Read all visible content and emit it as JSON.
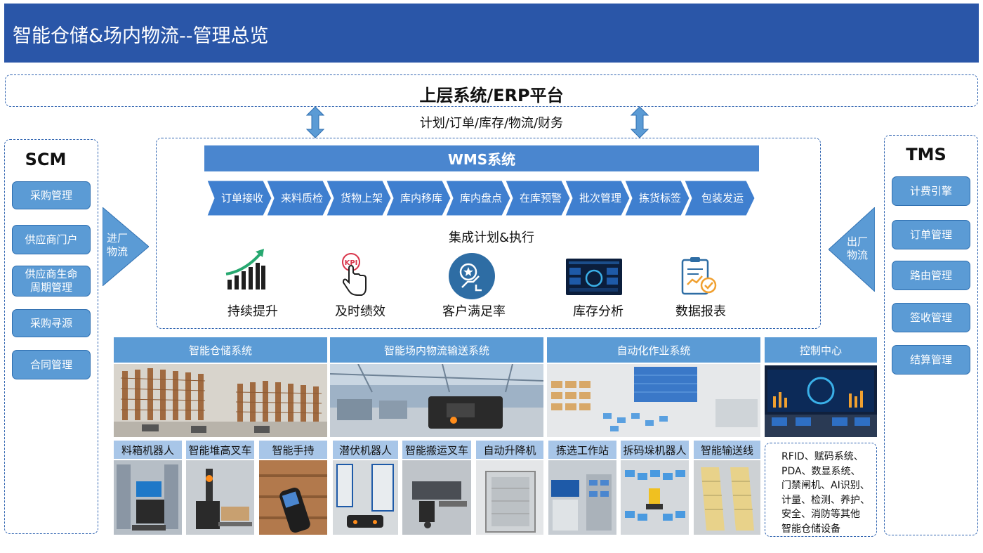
{
  "header": {
    "title": "智能仓储&场内物流--管理总览"
  },
  "erp": {
    "title": "上层系统/ERP平台",
    "subtitle": "计划/订单/库存/物流/财务"
  },
  "scm": {
    "title": "SCM",
    "items": [
      "采购管理",
      "供应商门户",
      "供应商生命\n周期管理",
      "采购寻源",
      "合同管理"
    ],
    "inbound_label": "进厂\n物流"
  },
  "tms": {
    "title": "TMS",
    "items": [
      "计费引擎",
      "订单管理",
      "路由管理",
      "签收管理",
      "结算管理"
    ],
    "outbound_label": "出厂\n物流"
  },
  "wms": {
    "title": "WMS系统",
    "steps": [
      "订单接收",
      "来料质检",
      "货物上架",
      "库内移库",
      "库内盘点",
      "在库预警",
      "批次管理",
      "拣货标签",
      "包装发运"
    ],
    "caption": "集成计划&执行",
    "kpis": [
      {
        "label": "持续提升",
        "icon": "growth-chart-icon"
      },
      {
        "label": "及时绩效",
        "icon": "kpi-touch-icon"
      },
      {
        "label": "客户满足率",
        "icon": "customer-satisfaction-icon"
      },
      {
        "label": "库存分析",
        "icon": "dashboard-icon"
      },
      {
        "label": "数据报表",
        "icon": "report-icon"
      }
    ],
    "kpi_badge": "KPI"
  },
  "sections": [
    {
      "title": "智能仓储系统",
      "subs": [
        "料箱机器人",
        "智能堆高叉车",
        "智能手持"
      ]
    },
    {
      "title": "智能场内物流输送系统",
      "subs": [
        "潜伏机器人",
        "智能搬运叉车",
        "自动升降机"
      ]
    },
    {
      "title": "自动化作业系统",
      "subs": [
        "拣选工作站",
        "拆码垛机器人",
        "智能输送线"
      ]
    },
    {
      "title": "控制中心",
      "text": [
        "RFID、赋码系统、",
        "PDA、数显系统、",
        "门禁闸机、AI识别、",
        "计量、检测、养护、",
        "安全、消防等其他",
        "智能仓储设备"
      ]
    }
  ],
  "colors": {
    "header": "#2a56a8",
    "primary": "#5b9bd5",
    "bar": "#4a86cf",
    "chevron": "#3f7fcf",
    "subbar": "#a8c6e8",
    "dash": "#2f63b0"
  }
}
